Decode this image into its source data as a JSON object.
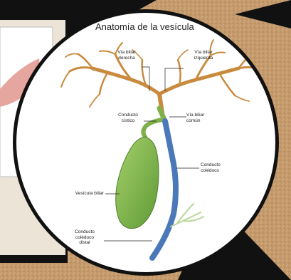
{
  "diagram": {
    "title": "Anatomía de la vesícula",
    "labels": {
      "right_hepatic": "Vía biliar\nderecha",
      "left_hepatic": "Vía biliar\nizquierda",
      "cystic_duct": "Conducto\ncístico",
      "common_duct": "Vía biliar\ncomún",
      "choledochal_duct": "Conducto\ncolédoco",
      "gallbladder": "Vesícula biliar",
      "distal_duct": "Conducto\ncolédoco\ndistal"
    }
  },
  "colors": {
    "bile_ducts": "#c98a3e",
    "gallbladder": "#7fb04a",
    "common_bile_duct": "#4a78b8",
    "background_texture": "#c49a6c",
    "frame_black": "#111111",
    "inner_card": "#ece4d6"
  }
}
